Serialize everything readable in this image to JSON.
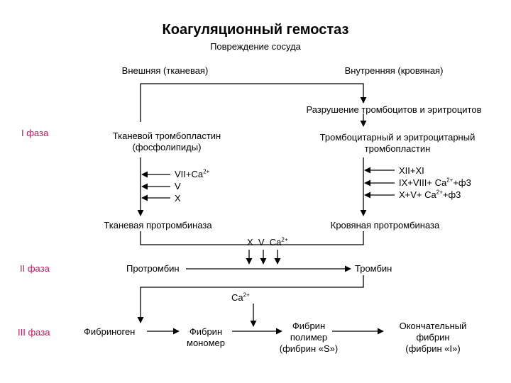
{
  "title": "Коагуляционный гемостаз",
  "subtitle": "Повреждение сосуда",
  "pathways": {
    "external": "Внешняя (тканевая)",
    "internal": "Внутренняя (кровяная)"
  },
  "platelet_destruction": "Разрушение тромбоцитов и эритроцитов",
  "phases": {
    "phase1": "I фаза",
    "phase2": "II фаза",
    "phase3": "III фаза"
  },
  "tissue_thromboplastin": {
    "line1": "Тканевой тромбопластин",
    "line2": "(фосфолипиды)"
  },
  "platelet_thromboplastin": {
    "line1": "Тромбоцитарный и эритроцитарный",
    "line2": "тромбопластин"
  },
  "left_factors": {
    "f1_pre": "VII+Ca",
    "f1_sup": "2+",
    "f2": "V",
    "f3": "X"
  },
  "right_factors": {
    "f1": "XII+XI",
    "f2_pre": "IX+VIII+ Ca",
    "f2_sup": "2+",
    "f2_post": "+ф3",
    "f3_pre": "X+V+ Ca",
    "f3_sup": "2+",
    "f3_post": "+ф3"
  },
  "tissue_prothrombinase": "Тканевая протромбиназа",
  "blood_prothrombinase": "Кровяная протромбиназа",
  "combined_factors": {
    "pre": "X  V  Ca",
    "sup": "2+"
  },
  "prothrombin": "Протромбин",
  "thrombin": "Тромбин",
  "ca_label": {
    "pre": "Ca",
    "sup": "2+"
  },
  "fibrinogen": "Фибриноген",
  "fibrin_monomer": {
    "line1": "Фибрин",
    "line2": "мономер"
  },
  "fibrin_polymer": {
    "line1": "Фибрин",
    "line2": "полимер",
    "line3": "(фибрин «S»)"
  },
  "final_fibrin": {
    "line1": "Окончательный",
    "line2": "фибрин",
    "line3": "(фибрин «I»)"
  },
  "colors": {
    "phase_label": "#c2185b",
    "lines": "#000000"
  }
}
